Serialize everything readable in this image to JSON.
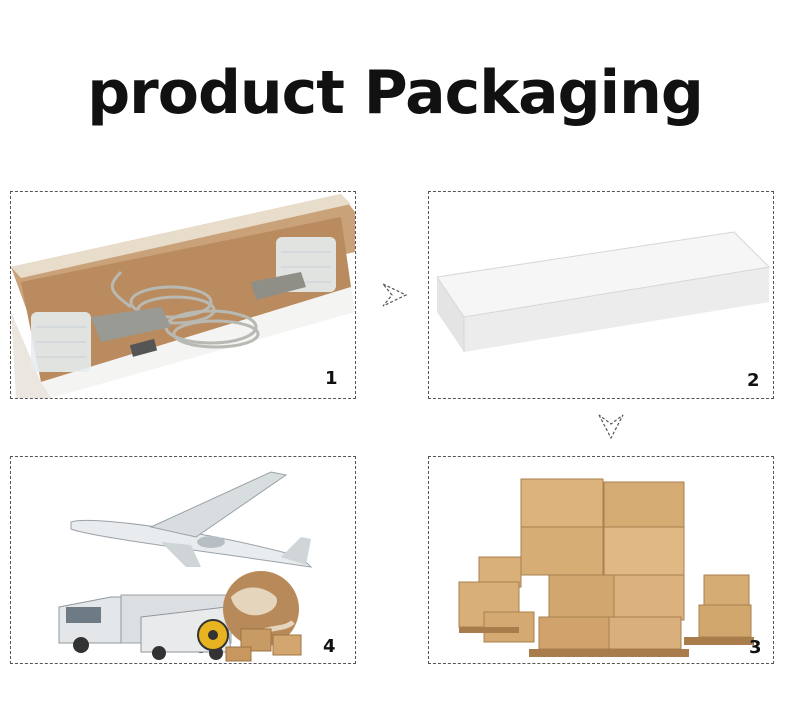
{
  "title": "product Packaging",
  "steps": [
    {
      "number": "1",
      "image": "open-box-with-cables-photo"
    },
    {
      "number": "2",
      "image": "white-closed-box-photo"
    },
    {
      "number": "3",
      "image": "stacked-cardboard-boxes-photo"
    },
    {
      "number": "4",
      "image": "airplane-trucks-globe-shipping-photo"
    }
  ],
  "icons": {
    "arrow_right": "dashed-right-arrow-icon",
    "arrow_down": "dashed-down-arrow-icon"
  }
}
